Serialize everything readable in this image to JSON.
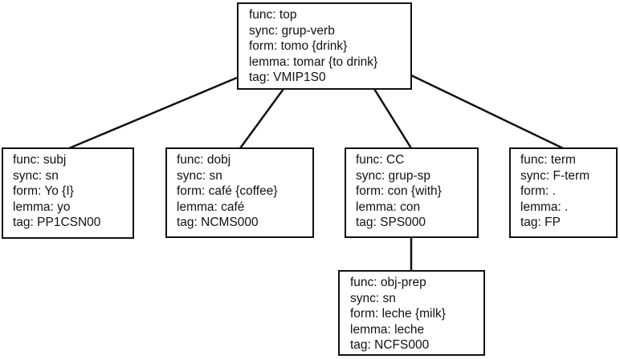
{
  "diagram": {
    "type": "dependency-tree",
    "nodes": [
      {
        "id": "top",
        "func": "func: top",
        "sync": "sync: grup-verb",
        "form": "form: tomo {drink}",
        "lemma": "lemma: tomar {to drink}",
        "tag": "tag: VMIP1S0"
      },
      {
        "id": "subj",
        "func": "func: subj",
        "sync": "sync: sn",
        "form": "form: Yo {I}",
        "lemma": "lemma: yo",
        "tag": "tag: PP1CSN00"
      },
      {
        "id": "dobj",
        "func": "func: dobj",
        "sync": "sync: sn",
        "form": "form: café {coffee}",
        "lemma": "lemma: café",
        "tag": "tag: NCMS000"
      },
      {
        "id": "cc",
        "func": "func: CC",
        "sync": "sync: grup-sp",
        "form": "form: con {with}",
        "lemma": "lemma: con",
        "tag": "tag: SPS000"
      },
      {
        "id": "term",
        "func": "func: term",
        "sync": "sync: F-term",
        "form": "form: .",
        "lemma": "lemma: .",
        "tag": "tag: FP"
      },
      {
        "id": "objprep",
        "func": "func: obj-prep",
        "sync": "sync: sn",
        "form": "form: leche {milk}",
        "lemma": "lemma: leche",
        "tag": "tag: NCFS000"
      }
    ],
    "edges": [
      {
        "from": "top",
        "to": "subj"
      },
      {
        "from": "top",
        "to": "dobj"
      },
      {
        "from": "top",
        "to": "cc"
      },
      {
        "from": "top",
        "to": "term"
      },
      {
        "from": "cc",
        "to": "objprep"
      }
    ],
    "colors": {
      "stroke": "#111111",
      "background": "#ffffff",
      "text": "#111111"
    }
  }
}
